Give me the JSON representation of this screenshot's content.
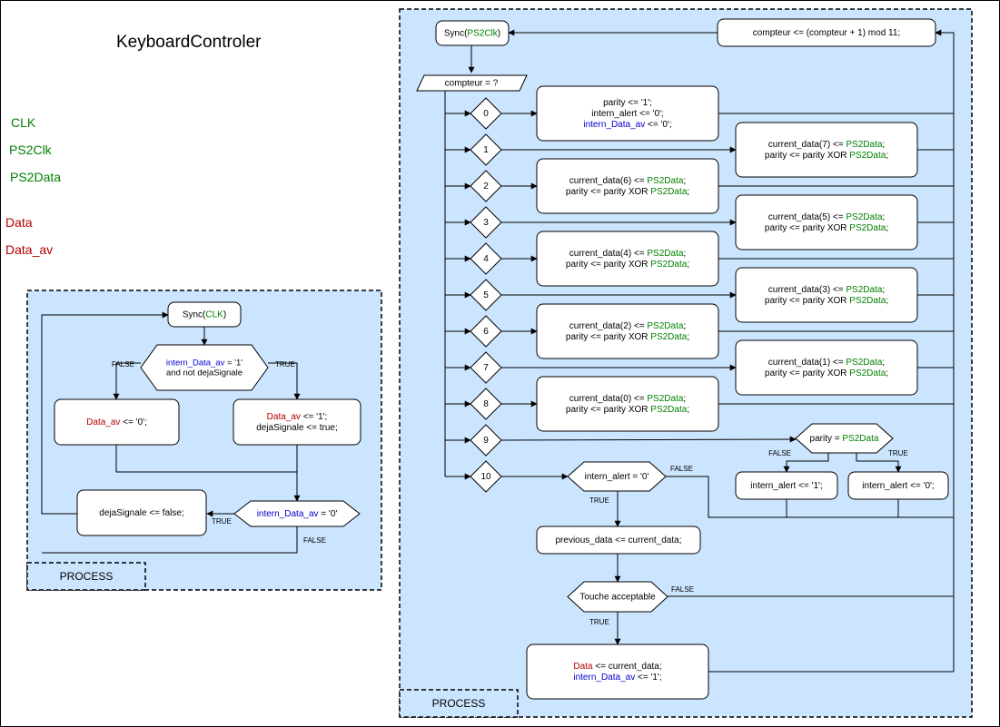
{
  "title": "KeyboardControler",
  "inputs": [
    "CLK",
    "PS2Clk",
    "PS2Data"
  ],
  "outputs": [
    "Data",
    "Data_av"
  ],
  "colors": {
    "input": "#008000",
    "output": "#b30000",
    "internal": "#0000cc",
    "process_bg": "#cce5ff"
  },
  "process_label": "PROCESS",
  "process1": {
    "sync": [
      "Sync(",
      "CLK",
      ")"
    ],
    "cond1": [
      [
        "intern_Data_av",
        " = '1'"
      ],
      [
        "and not dejaSignale"
      ]
    ],
    "false_label": "FALSE",
    "true_label": "TRUE",
    "data_av_zero": [
      "Data_av",
      " <= '0';"
    ],
    "data_av_one": [
      [
        "Data_av",
        " <= '1';"
      ],
      [
        "dejaSignale <= true;"
      ]
    ],
    "cond2": [
      "intern_Data_av",
      " = '0'"
    ],
    "deja_false": "dejaSignale <= false;"
  },
  "process2": {
    "sync": [
      "Sync(",
      "PS2Clk",
      ")"
    ],
    "counter_inc": "compteur <= (compteur + 1) mod 11;",
    "case_label": "compteur = ?",
    "cases": [
      "0",
      "1",
      "2",
      "3",
      "4",
      "5",
      "6",
      "7",
      "8",
      "9",
      "10"
    ],
    "case0": [
      [
        "parity <= '1';"
      ],
      [
        "intern_alert <= '0';"
      ],
      [
        "intern_Data_av",
        " <= '0';"
      ]
    ],
    "bits": [
      {
        "bit": "7",
        "lines": [
          [
            "current_data(7) <= ",
            "PS2Data",
            ";"
          ],
          [
            "parity <= parity XOR ",
            "PS2Data",
            ";"
          ]
        ]
      },
      {
        "bit": "6",
        "lines": [
          [
            "current_data(6) <= ",
            "PS2Data",
            ";"
          ],
          [
            "parity <= parity XOR ",
            "PS2Data",
            ";"
          ]
        ]
      },
      {
        "bit": "5",
        "lines": [
          [
            "current_data(5) <= ",
            "PS2Data",
            ";"
          ],
          [
            "parity <= parity XOR ",
            "PS2Data",
            ";"
          ]
        ]
      },
      {
        "bit": "4",
        "lines": [
          [
            "current_data(4) <= ",
            "PS2Data",
            ";"
          ],
          [
            "parity <= parity XOR ",
            "PS2Data",
            ";"
          ]
        ]
      },
      {
        "bit": "3",
        "lines": [
          [
            "current_data(3) <= ",
            "PS2Data",
            ";"
          ],
          [
            "parity <= parity XOR ",
            "PS2Data",
            ";"
          ]
        ]
      },
      {
        "bit": "2",
        "lines": [
          [
            "current_data(2) <= ",
            "PS2Data",
            ";"
          ],
          [
            "parity <= parity XOR ",
            "PS2Data",
            ";"
          ]
        ]
      },
      {
        "bit": "1",
        "lines": [
          [
            "current_data(1) <= ",
            "PS2Data",
            ";"
          ],
          [
            "parity <= parity XOR ",
            "PS2Data",
            ";"
          ]
        ]
      },
      {
        "bit": "0",
        "lines": [
          [
            "current_data(0) <= ",
            "PS2Data",
            ";"
          ],
          [
            "parity <= parity XOR ",
            "PS2Data",
            ";"
          ]
        ]
      }
    ],
    "parity_cond": [
      "parity = ",
      "PS2Data"
    ],
    "alert_one": "intern_alert <= '1';",
    "alert_zero": "intern_alert <= '0';",
    "alert_cond": "intern_alert = '0'",
    "previous": "previous_data <= current_data;",
    "touche": "Touche acceptable",
    "final": [
      [
        "Data",
        " <= current_data;"
      ],
      [
        "intern_Data_av",
        " <= '1';"
      ]
    ],
    "false_label": "FALSE",
    "true_label": "TRUE"
  }
}
